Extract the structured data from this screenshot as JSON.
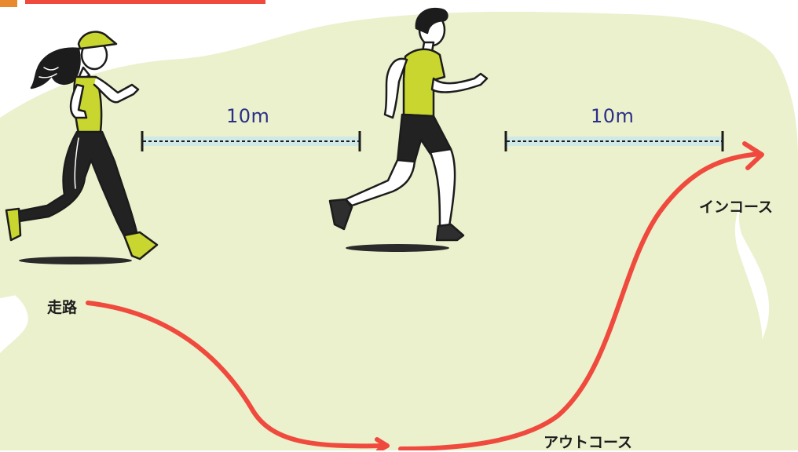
{
  "colors": {
    "field": "#ebf1cd",
    "path_arrow": "#ef4a3d",
    "dash_band": "#cfe9e6",
    "measure_text": "#2b2f86",
    "label_text": "#1c1c1c",
    "shirt": "#c8d62f",
    "pants": "#222222",
    "skin": "#ffffff",
    "top_bar": "#ef4a3d",
    "corner_mark": "#e8892f"
  },
  "measurements": [
    {
      "label": "10m"
    },
    {
      "label": "10m"
    }
  ],
  "labels": {
    "track": "走路",
    "in_course": "インコース",
    "out_course": "アウトコース"
  },
  "icons": {
    "runner_front": "female-runner-icon",
    "runner_back": "male-runner-icon",
    "path": "curved-arrow-icon"
  }
}
